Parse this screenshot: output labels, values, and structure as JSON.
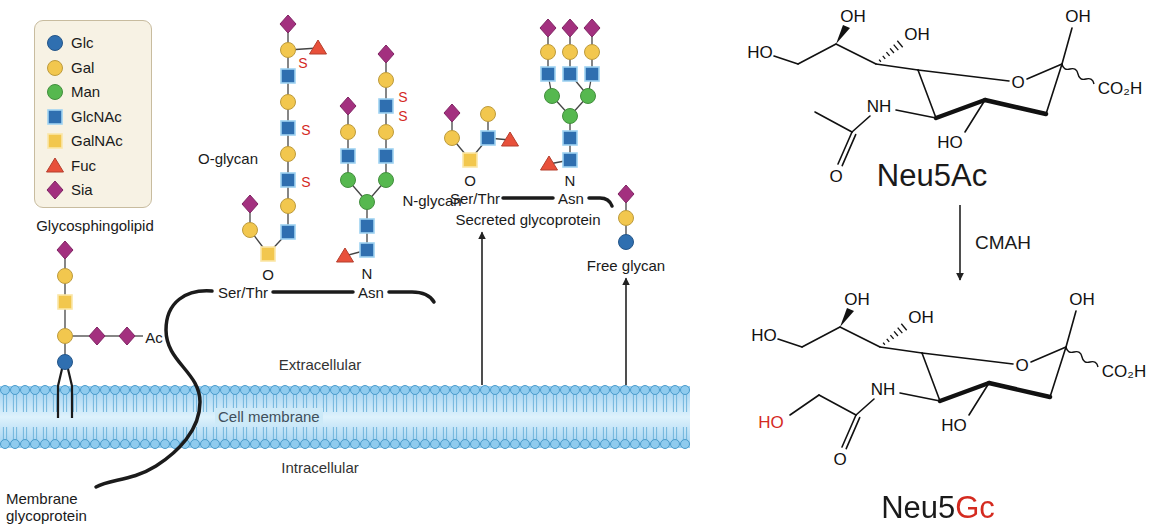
{
  "diagram": {
    "nodes": [
      {
        "text": [
          "Secreted glycoprotein"
        ]
      },
      {
        "text": [
          "Free glycan"
        ]
      },
      {
        "text": [
          "Cell membrane"
        ]
      },
      {
        "text": [
          "Neu5Ac"
        ]
      },
      {
        "text": [
          "Neu5Gc"
        ]
      }
    ],
    "edges": [
      {
        "from": 2,
        "to": 0,
        "arrow": "to"
      },
      {
        "from": 2,
        "to": 1,
        "arrow": "to"
      },
      {
        "from": 3,
        "to": 4,
        "label": "CMAH",
        "arrow": "to"
      }
    ],
    "labels": [
      "Glycosphingolipid",
      "Ac",
      "O-glycan",
      "S",
      "S",
      "S",
      "O",
      "Ser/Thr",
      "N-glycan",
      "S",
      "S",
      "N",
      "Asn",
      "O",
      "Ser/Thr",
      "N",
      "Asn",
      "Extracellular",
      "Intracellular",
      "Membrane glycoprotein",
      "OH",
      "OH",
      "OH",
      "HO",
      "O",
      "CO₂H",
      "NH",
      "HO",
      "O",
      "OH",
      "OH",
      "OH",
      "HO",
      "O",
      "CO₂H",
      "HO",
      "NH",
      "HO",
      "O"
    ],
    "legend": [
      {
        "text": "Glc",
        "color": "#2f6fb0"
      },
      {
        "text": "Gal",
        "color": "#f2c74e"
      },
      {
        "text": "Man",
        "color": "#56b84f"
      },
      {
        "text": "GlcNAc",
        "color": "#2f6fb0"
      },
      {
        "text": "GalNAc",
        "color": "#f2c74e"
      },
      {
        "text": "Fuc",
        "color": "#e8503a"
      },
      {
        "text": "Sia",
        "color": "#a3307f"
      }
    ]
  }
}
